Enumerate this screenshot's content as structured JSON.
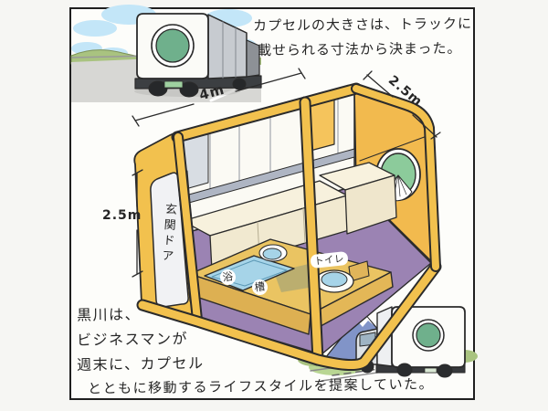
{
  "captions": {
    "top_right": {
      "line1": "カプセルの大きさは、トラックに",
      "line2": "載せられる寸法から決まった。"
    },
    "bottom_left": {
      "line1": "黒川は、",
      "line2": "ビジネスマンが",
      "line3": "週末に、カプセル",
      "line4": "とともに移動するライフスタイルを提案していた。"
    }
  },
  "diagram": {
    "dim_length": "4m",
    "dim_depth": "2.5m",
    "dim_height": "2.5m",
    "label_door": "玄関ドア",
    "label_bath_char1": "浴",
    "label_bath_char2": "槽",
    "label_toilet": "トイレ"
  },
  "colors": {
    "capsule_yellow": "#f2c14e",
    "end_wall_yellow": "#f2ba4e",
    "floor_purple": "#9b83b3",
    "water_blue": "#a6d4e8",
    "porthole_green": "#6fb08c",
    "sky_blue": "#c3e6f8",
    "grass_green": "#a9c380",
    "fuji_blue": "#8194c8",
    "ink": "#2b2b2b",
    "paper": "#fdfdfa"
  }
}
